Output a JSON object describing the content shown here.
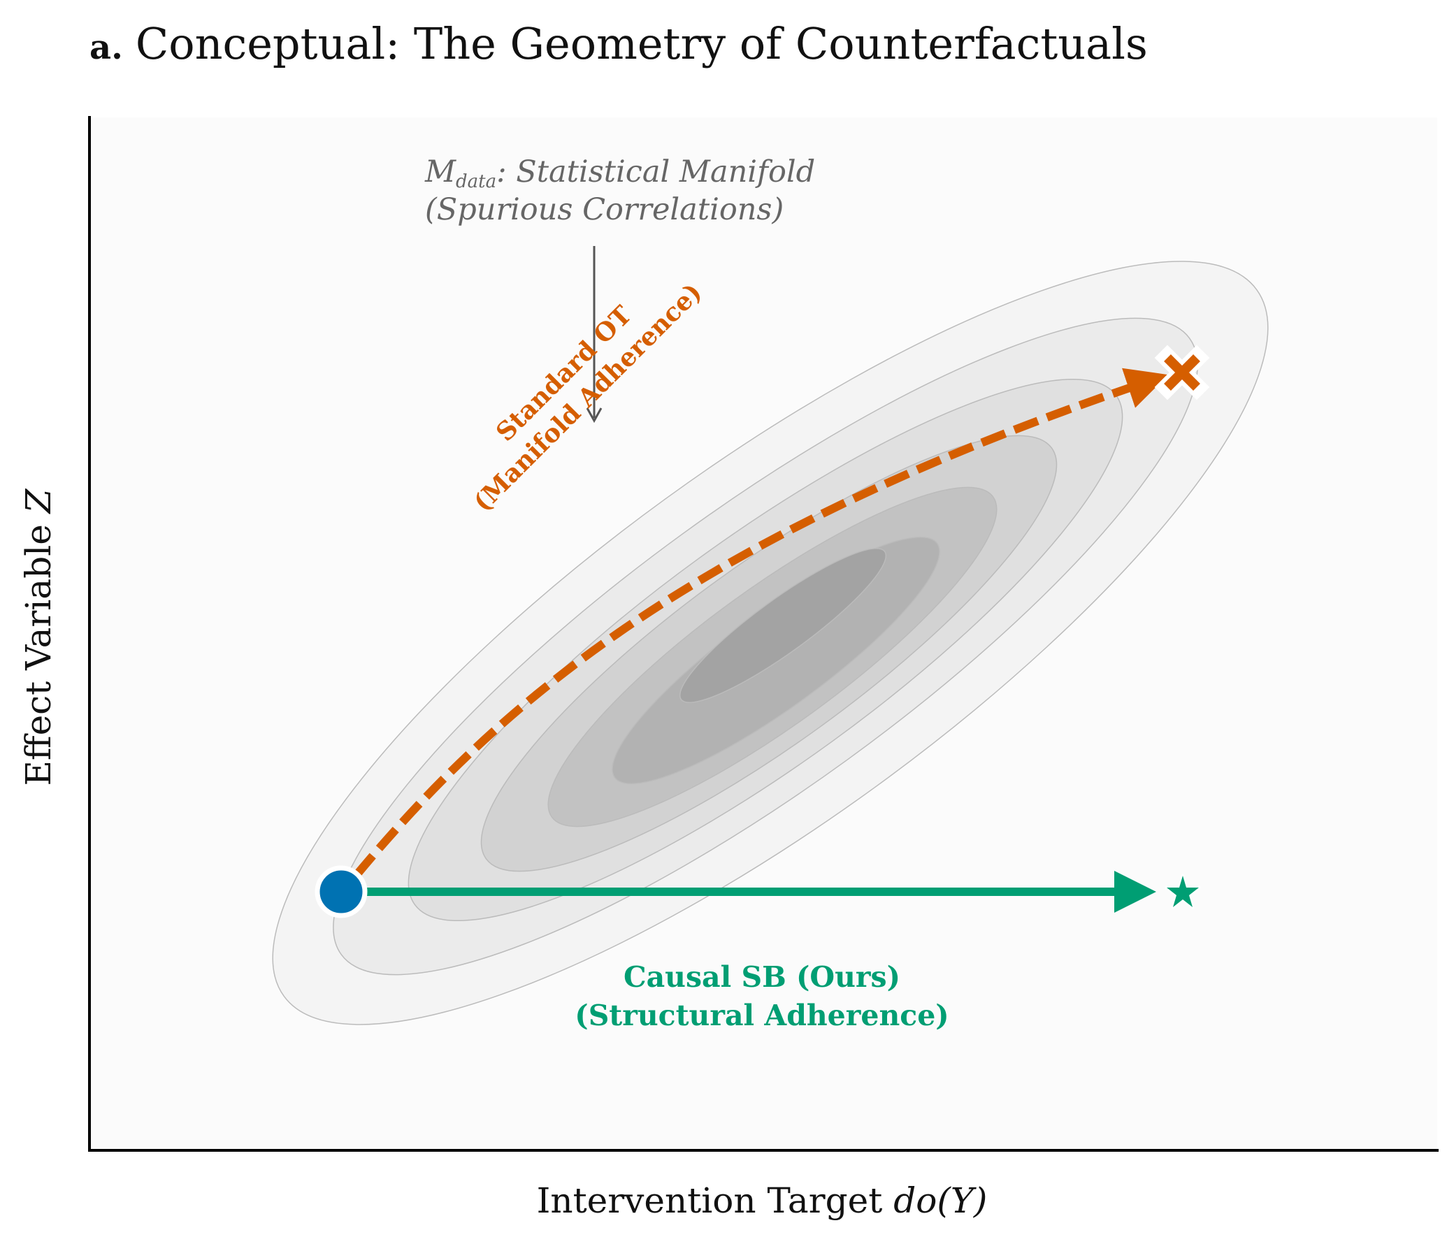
{
  "figure": {
    "panel_letter": "a.",
    "title": "Conceptual: The Geometry of Counterfactuals"
  },
  "axes": {
    "xlabel_text": "Intervention Target ",
    "xlabel_math": "do(Y)",
    "ylabel_text": "Effect Variable ",
    "ylabel_math": "Z"
  },
  "manifold": {
    "label_symbol": "M",
    "label_sub": "data",
    "label_rest": ": Statistical Manifold",
    "label_line2": "(Spurious Correlations)",
    "color": "#666666"
  },
  "paths": {
    "ot_line1": "Standard OT",
    "ot_line2": "(Manifold Adherence)",
    "ot_color": "#D55E00",
    "sb_line1": "Causal SB (Ours)",
    "sb_line2": "(Structural Adherence)",
    "sb_color": "#009E73",
    "start_color": "#0072B2"
  },
  "icons": [
    "start-point-marker",
    "cross-marker-icon",
    "star-marker-icon",
    "down-arrow-icon"
  ]
}
